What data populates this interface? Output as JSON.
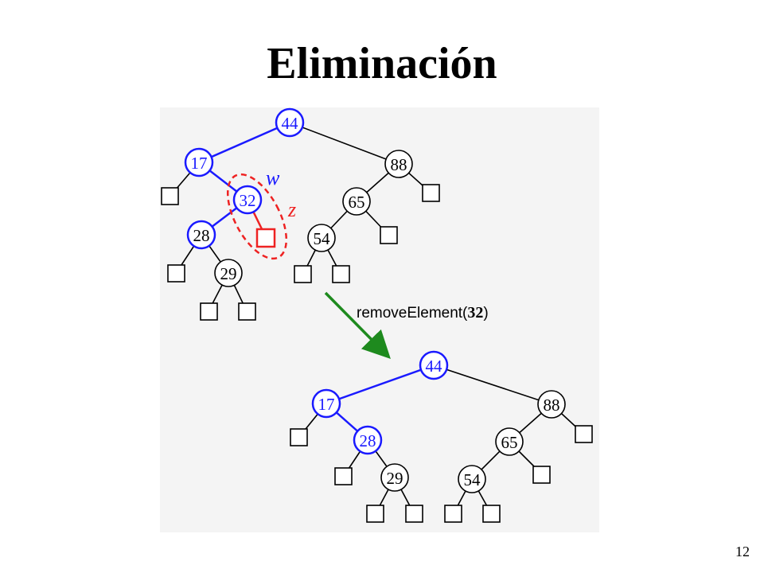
{
  "title": "Eliminación",
  "page_number": "12",
  "colors": {
    "highlight": "#1a1aff",
    "removed": "#ee2222",
    "arrow": "#1e8a1e",
    "normal": "#000000"
  },
  "markers": {
    "w": "w",
    "z": "z"
  },
  "operation": {
    "name": "removeElement(",
    "arg": "32",
    "close": ")"
  },
  "tree_before": {
    "n44": "44",
    "n17": "17",
    "n88": "88",
    "n32": "32",
    "n65": "65",
    "n28": "28",
    "n54": "54",
    "n29": "29"
  },
  "tree_after": {
    "n44": "44",
    "n17": "17",
    "n88": "88",
    "n28": "28",
    "n65": "65",
    "n29": "29",
    "n54": "54"
  }
}
